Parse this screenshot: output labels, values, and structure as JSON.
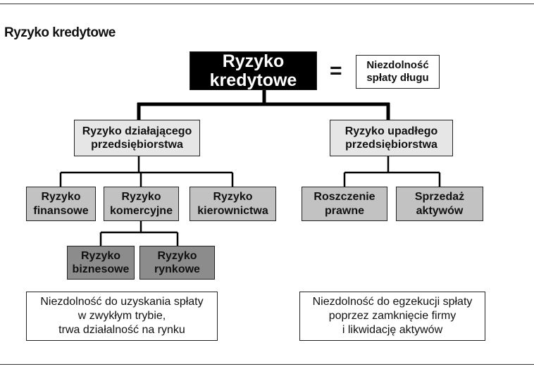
{
  "title": "Ryzyko kredytowe",
  "root": "Ryzyko\nkredytowe",
  "equals": "=",
  "definition": "Niezdolność\nspłaty długu",
  "branches": {
    "operating": "Ryzyko działającego\nprzedsiębiorstwa",
    "bankrupt": "Ryzyko upadłego\nprzedsiębiorstwa"
  },
  "operating_children": {
    "financial": "Ryzyko\nfinansowe",
    "commercial": "Ryzyko\nkomercyjne",
    "management": "Ryzyko\nkierownictwa"
  },
  "commercial_children": {
    "business": "Ryzyko\nbiznesowe",
    "market": "Ryzyko\nrynkowe"
  },
  "bankrupt_children": {
    "legal_claim": "Roszczenie\nprawne",
    "asset_sale": "Sprzedaż\naktywów"
  },
  "notes": {
    "operating": "Niezdolność do uzyskania spłaty\nw zwykłym trybie,\ntrwa działalność na rynku",
    "bankrupt": "Niezdolność do egzekucji spłaty\npoprzez zamknięcie firmy\ni likwidację aktywów"
  },
  "colors": {
    "root_fill": "#000000",
    "level1_fill": "#e6e6e6",
    "level2_fill": "#c2c2c2",
    "level3_fill": "#8c8c8c",
    "line": "#000000"
  }
}
